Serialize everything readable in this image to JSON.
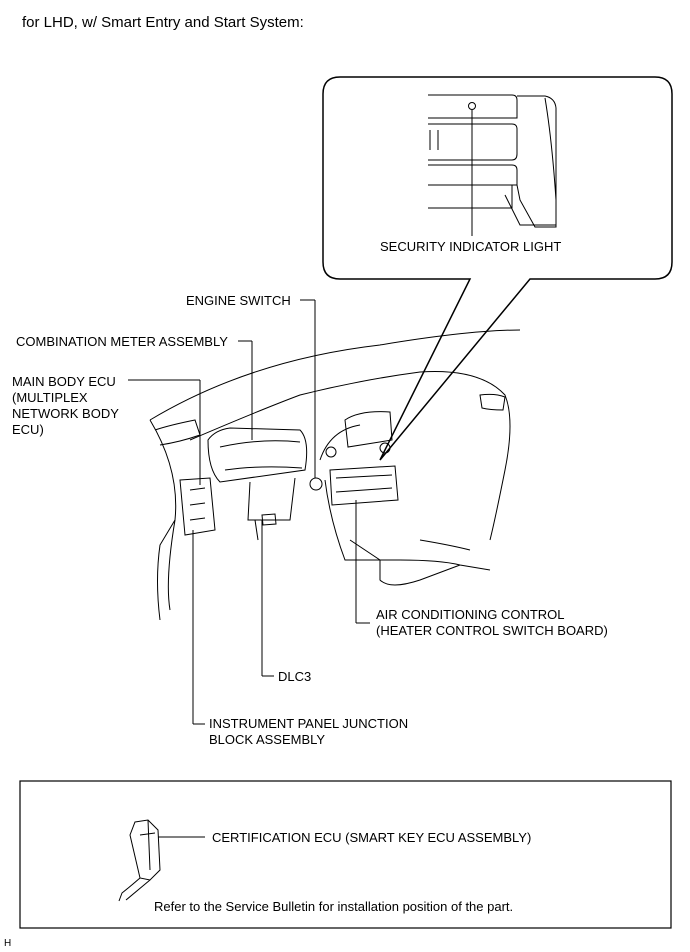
{
  "heading": "for LHD, w/ Smart Entry and Start System:",
  "callouts": {
    "security_indicator_light": "SECURITY INDICATOR LIGHT",
    "engine_switch": "ENGINE SWITCH",
    "combination_meter": "COMBINATION METER ASSEMBLY",
    "main_body_ecu": "MAIN BODY ECU\n(MULTIPLEX\nNETWORK BODY\nECU)",
    "air_conditioning_control": "AIR CONDITIONING CONTROL\n(HEATER CONTROL SWITCH BOARD)",
    "dlc3": "DLC3",
    "junction_block": "INSTRUMENT PANEL JUNCTION\nBLOCK ASSEMBLY"
  },
  "note_box": {
    "certification_ecu": "CERTIFICATION ECU (SMART KEY ECU ASSEMBLY)",
    "note": "Refer to the Service Bulletin for installation position of the part."
  },
  "corner_code": "H"
}
